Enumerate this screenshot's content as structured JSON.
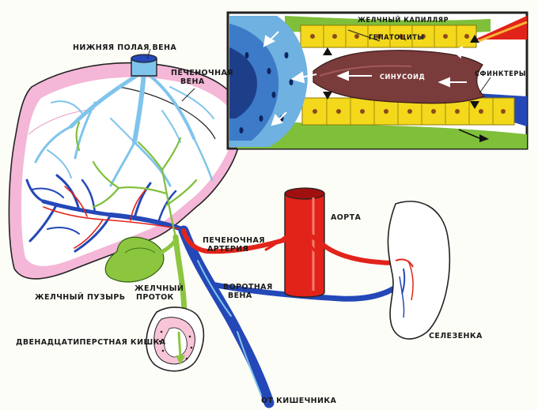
{
  "labels": {
    "ivc": "НИЖНЯЯ ПОЛАЯ ВЕНА",
    "hepatic_vein_1": "ПЕЧЕНОЧНАЯ",
    "hepatic_vein_2": "ВЕНА",
    "bile_capillary": "ЖЕЛЧНЫЙ КАПИЛЛЯР",
    "hepatocytes": "ГЕПАТОЦИТЫ",
    "sinusoid": "СИНУСОИД",
    "sphincters": "СФИНКТЕРЫ",
    "aorta": "АОРТА",
    "hepatic_artery_1": "ПЕЧЕНОЧНАЯ",
    "hepatic_artery_2": "АРТЕРИЯ",
    "gallbladder": "ЖЕЛЧНЫЙ ПУЗЫРЬ",
    "bile_duct_1": "ЖЕЛЧНЫЙ",
    "bile_duct_2": "ПРОТОК",
    "portal_vein_1": "ВОРОТНАЯ",
    "portal_vein_2": "ВЕНА",
    "duodenum": "ДВЕНАДЦАТИПЕРСТНАЯ КИШКА",
    "spleen": "СЕЛЕЗЕНКА",
    "from_intestine": "ОТ КИШЕЧНИКА"
  },
  "colors": {
    "liver_body": "#ffffff",
    "liver_edge": "#e89ac6",
    "vein_deep": "#2448b8",
    "vein_light": "#7fc4ec",
    "artery": "#e2231a",
    "bile": "#7fbf3a",
    "hepatocyte": "#f3d81c",
    "sinusoid": "#7a3b3b",
    "outline": "#222222"
  }
}
